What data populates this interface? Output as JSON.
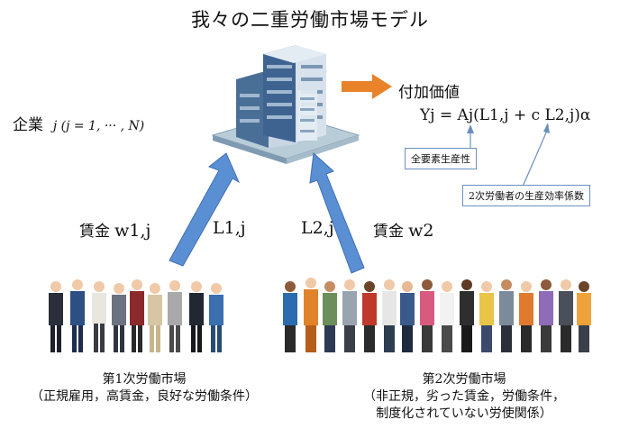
{
  "title": "我々の二重労働市場モデル",
  "firm": {
    "label": "企業",
    "index": "j (j = 1, ··· , N)"
  },
  "added_value": "付加価値",
  "production_function": "Yj = Aj(L1,j + c L2,j)α",
  "tfp_label": "全要素生産性",
  "efficiency_label": "2次労働者の生産効率係数",
  "primary": {
    "wage_label": "賃金",
    "wage_symbol": "w1,j",
    "labor_symbol": "L1,j",
    "title": "第1次労働市場",
    "desc": "（正規雇用，高賃金，良好な労働条件）"
  },
  "secondary": {
    "wage_label": "賃金",
    "wage_symbol": "w2",
    "labor_symbol": "L2,j",
    "title": "第2次労働市場",
    "desc1": "（非正規，劣った賃金，労働条件，",
    "desc2": "制度化されていない労使関係）"
  },
  "colors": {
    "arrow_blue": "#5b8fd4",
    "arrow_orange": "#e8832a",
    "box_border": "#6a8fbf"
  }
}
